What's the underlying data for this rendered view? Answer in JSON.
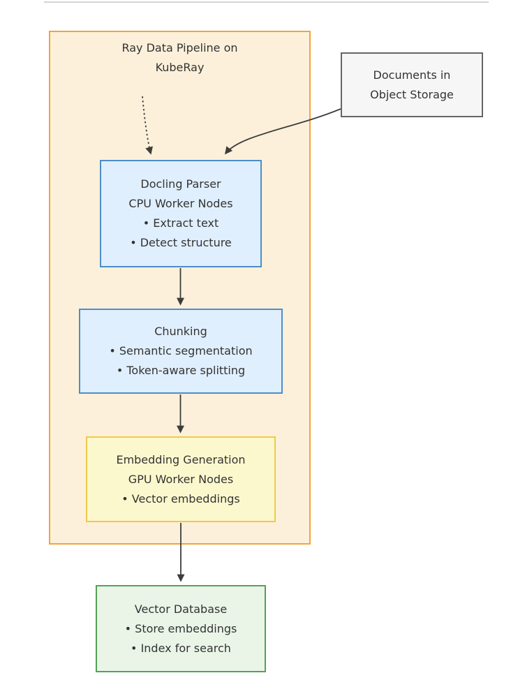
{
  "diagram": {
    "type": "flowchart",
    "direction": "top-down"
  },
  "container": {
    "title_lines": [
      "Ray Data Pipeline on",
      "KubeRay"
    ]
  },
  "nodes": {
    "documents": {
      "lines": [
        "Documents in",
        "Object Storage"
      ]
    },
    "docling": {
      "lines": [
        "Docling Parser",
        "CPU Worker Nodes",
        "• Extract text",
        "• Detect structure"
      ]
    },
    "chunking": {
      "lines": [
        "Chunking",
        "• Semantic segmentation",
        "• Token-aware splitting"
      ]
    },
    "embedding": {
      "lines": [
        "Embedding Generation",
        "GPU Worker Nodes",
        "• Vector embeddings"
      ]
    },
    "vectordb": {
      "lines": [
        "Vector Database",
        "• Store embeddings",
        "• Index for search"
      ]
    }
  },
  "edges": [
    {
      "from": "pipeline-container-label",
      "to": "docling-parser",
      "style": "dotted"
    },
    {
      "from": "documents-in-object-storage",
      "to": "docling-parser",
      "style": "solid"
    },
    {
      "from": "docling-parser",
      "to": "chunking",
      "style": "solid"
    },
    {
      "from": "chunking",
      "to": "embedding-generation",
      "style": "solid"
    },
    {
      "from": "embedding-generation",
      "to": "vector-database",
      "style": "solid"
    }
  ],
  "colors": {
    "background": "#ffffff",
    "divider": "#d4d4d4",
    "text": "#333333",
    "arrow": "#3d3d3d",
    "pipeline_container_fill": "#fdf0da",
    "pipeline_container_stroke": "#f2a43b",
    "blue_node_fill": "#e0effd",
    "blue_node_stroke": "#4d8dca",
    "yellow_node_fill": "#fcf8cd",
    "yellow_node_stroke": "#eec94f",
    "green_node_fill": "#eaf5e8",
    "green_node_stroke": "#55a255",
    "gray_node_fill": "#f6f6f6",
    "gray_node_stroke": "#666666"
  }
}
